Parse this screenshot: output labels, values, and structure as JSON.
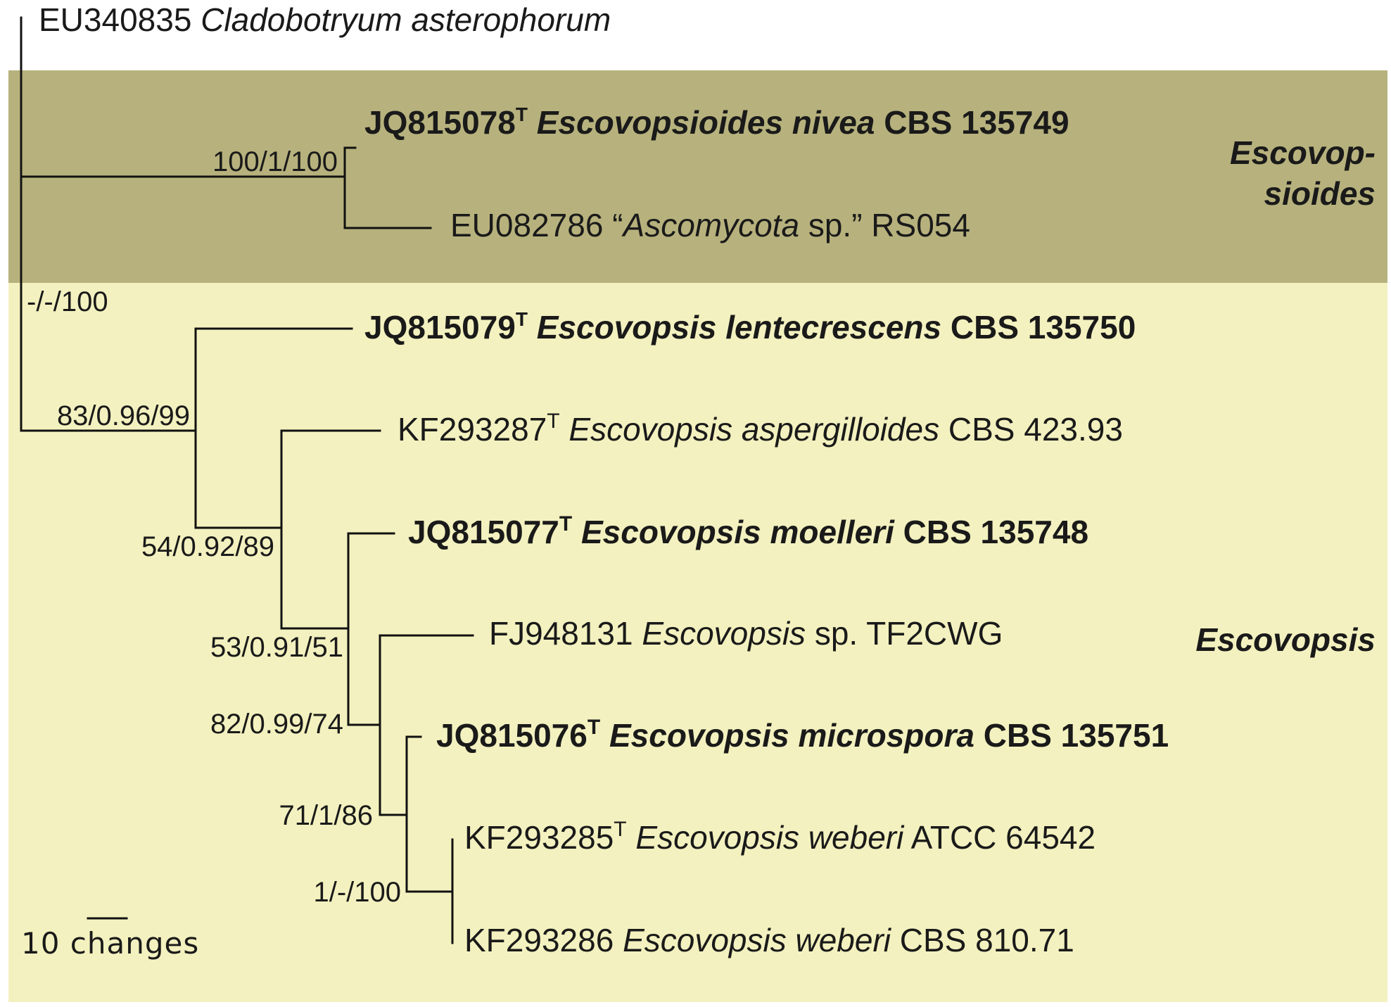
{
  "colors": {
    "escovopsioides_band": "#b7b27d",
    "escovopsis_band": "#f3f1bf",
    "line": "#111111",
    "text": "#1a1a1a"
  },
  "clades": {
    "escovopsioides_line1": "Escovop-",
    "escovopsioides_line2": "sioides",
    "escovopsis": "Escovopsis"
  },
  "taxa": [
    {
      "accession": "EU340835",
      "type_mark": "",
      "genus_italic": "Cladobotryum asterophorum",
      "suffix": "",
      "strain": "",
      "bold": false
    },
    {
      "accession": "JQ815078",
      "type_mark": "T",
      "genus_italic": "Escovopsioides nivea",
      "suffix": "",
      "strain": "CBS 135749",
      "bold": true
    },
    {
      "accession": "EU082786",
      "type_mark": "",
      "prefix_quote": "“",
      "genus_italic": "Ascomycota",
      "suffix": " sp.”",
      "strain": "RS054",
      "bold": false
    },
    {
      "accession": "JQ815079",
      "type_mark": "T",
      "genus_italic": "Escovopsis lentecrescens",
      "suffix": "",
      "strain": "CBS 135750",
      "bold": true
    },
    {
      "accession": "KF293287",
      "type_mark": "T",
      "genus_italic": "Escovopsis aspergilloides",
      "suffix": "",
      "strain": "CBS 423.93",
      "bold": false
    },
    {
      "accession": "JQ815077",
      "type_mark": "T",
      "genus_italic": "Escovopsis moelleri",
      "suffix": "",
      "strain": "CBS 135748",
      "bold": true
    },
    {
      "accession": "FJ948131",
      "type_mark": "",
      "genus_italic": "Escovopsis",
      "suffix": " sp.",
      "strain": "TF2CWG",
      "bold": false
    },
    {
      "accession": "JQ815076",
      "type_mark": "T",
      "genus_italic": "Escovopsis microspora",
      "suffix": "",
      "strain": "CBS 135751",
      "bold": true
    },
    {
      "accession": "KF293285",
      "type_mark": "T",
      "genus_italic": "Escovopsis weberi",
      "suffix": "",
      "strain": "ATCC 64542",
      "bold": false
    },
    {
      "accession": "KF293286",
      "type_mark": "",
      "genus_italic": "Escovopsis weberi",
      "suffix": "",
      "strain": "CBS 810.71",
      "bold": false
    }
  ],
  "support_values": {
    "escovopsioides_node": "100/1/100",
    "escovopsis_root": "-/-/100",
    "escovopsis_node": "83/0.96/99",
    "node_aspergilloides": "54/0.92/89",
    "node_moelleri": "53/0.91/51",
    "node_tf2cwg": "82/0.99/74",
    "node_microspora": "71/1/86",
    "node_weberi": "1/-/100"
  },
  "scale_bar": {
    "label": "10 changes"
  }
}
